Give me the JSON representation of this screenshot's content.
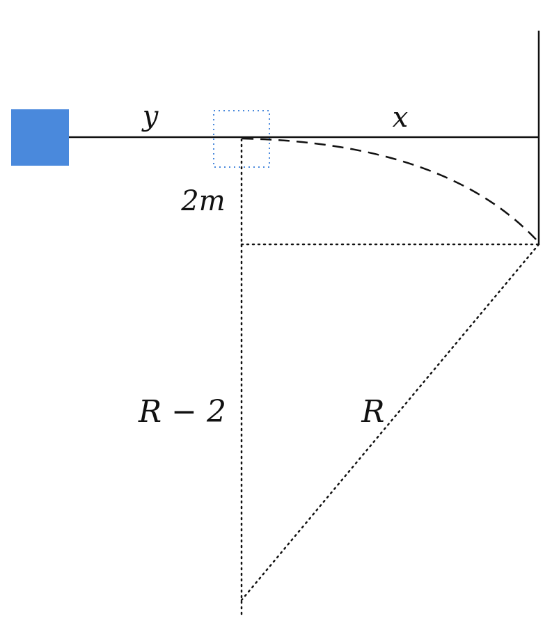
{
  "labels": {
    "y": "y",
    "x": "x",
    "two_m": "2m",
    "r_minus_2": "R − 2",
    "r": "R"
  },
  "colors": {
    "block": "#4A89DC",
    "highlight": "#4A89DC",
    "line": "#111111"
  }
}
